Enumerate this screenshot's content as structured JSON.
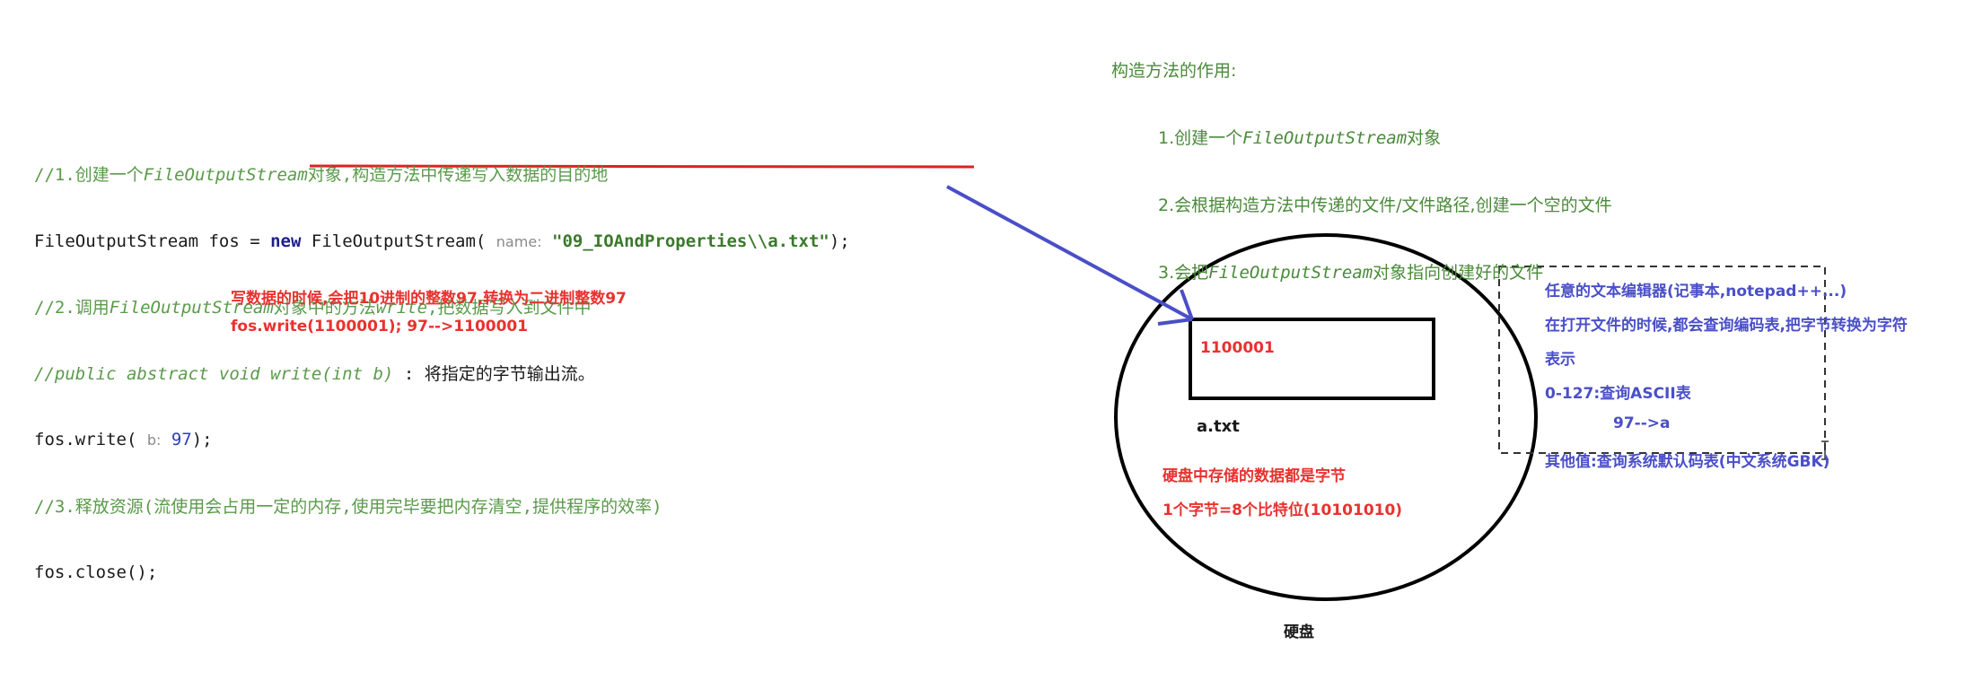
{
  "code": {
    "line1_comment_prefix": "//1.创建一个",
    "line1_comment_class": "FileOutputStream",
    "line1_comment_suffix": "对象,构造方法中传递写入数据的目的地",
    "line2_decl": "FileOutputStream fos = ",
    "line2_new": "new",
    "line2_ctor": " FileOutputStream( ",
    "line2_hint": "name:",
    "line2_string": "\"09_IOAndProperties\\\\a.txt\"",
    "line2_end": ");",
    "line3_comment_prefix": "//2.调用",
    "line3_comment_class": "FileOutputStream",
    "line3_comment_mid": "对象中的方法",
    "line3_comment_method": "write",
    "line3_comment_suffix": ",把数据写入到文件中",
    "line4_comment": "//public abstract void write(int b)",
    "line4_comment_suffix": " : 将指定的字节输出流。",
    "line5_call": "fos.write( ",
    "line5_hint": "b:",
    "line5_value": " 97",
    "line5_end": ");",
    "line6_comment": "//3.释放资源(流使用会占用一定的内存,使用完毕要把内存清空,提供程序的效率)",
    "line7_call": "fos.close();"
  },
  "annotations": {
    "red_note_1": "写数据的时候,会把10进制的整数97,转换为二进制整数97",
    "red_note_2": "fos.write(1100001); 97-->1100001"
  },
  "constructor_notes": {
    "title": "构造方法的作用:",
    "item1_prefix": "1.创建一个",
    "item1_class": "FileOutputStream",
    "item1_suffix": "对象",
    "item2": "2.会根据构造方法中传递的文件/文件路径,创建一个空的文件",
    "item3_prefix": "3.会把",
    "item3_class": "FileOutputStream",
    "item3_suffix": "对象指向创建好的文件"
  },
  "disk": {
    "file_content": "1100001",
    "file_name": "a.txt",
    "note_1": "硬盘中存储的数据都是字节",
    "note_2": "1个字节=8个比特位(10101010)",
    "label": "硬盘"
  },
  "editor_box": {
    "line1": "任意的文本编辑器(记事本,notepad++...)",
    "line2": "在打开文件的时候,都会查询编码表,把字节转换为字符",
    "line3": "表示",
    "line4": "0-127:查询ASCII表",
    "line5": "97-->a",
    "line6": "其他值:查询系统默认码表(中文系统GBK)"
  },
  "colors": {
    "arrow": "#4a4fc8",
    "underline": "#e02020",
    "red_text": "#e8322f",
    "blue_text": "#4a4fc8",
    "comment_green": "#5a9a4a"
  }
}
